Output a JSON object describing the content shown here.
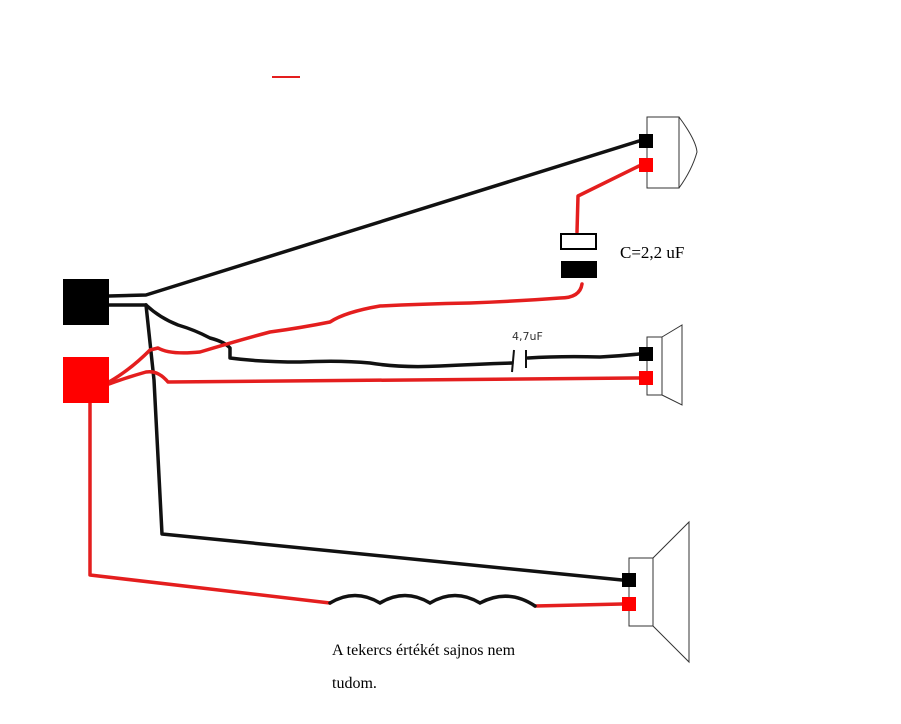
{
  "colors": {
    "negative": "#000000",
    "positive": "#ff0000",
    "wire_black": "#111111",
    "wire_red": "#e41e1e",
    "outline": "#333333"
  },
  "labels": {
    "tweeter_capacitor": "C=2,2 uF",
    "mid_capacitor": "4,7uF",
    "coil_note_line1": "A tekercs értékét sajnos nem",
    "coil_note_line2": "tudom."
  },
  "components": {
    "input_terminals": [
      "negative",
      "positive"
    ],
    "speakers": [
      "tweeter",
      "midrange",
      "woofer"
    ],
    "capacitors": [
      "tweeter-capacitor",
      "midrange-capacitor"
    ],
    "inductors": [
      "woofer-coil"
    ]
  }
}
